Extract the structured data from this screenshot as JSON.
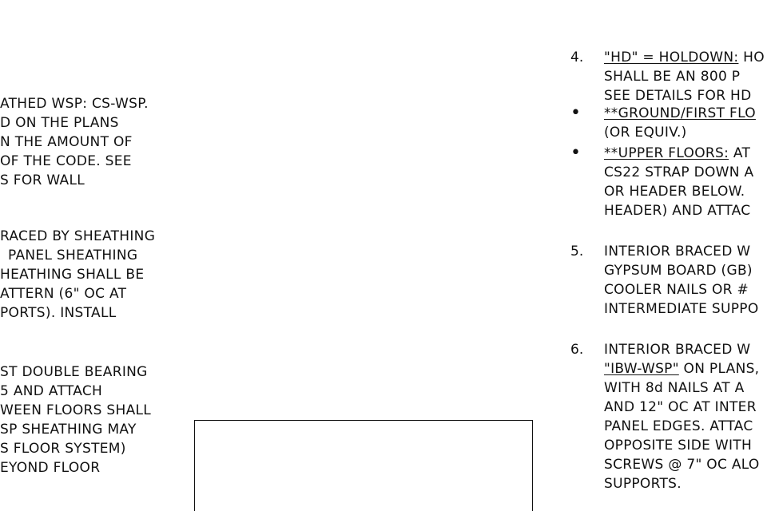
{
  "left_column": {
    "block_1": [
      "ATHED WSP: CS-WSP.",
      "D ON THE PLANS",
      "N THE AMOUNT OF",
      "OF THE CODE. SEE",
      "S FOR WALL"
    ],
    "block_2": [
      "RACED BY SHEATHING",
      "PANEL SHEATHING",
      "HEATHING SHALL BE",
      "ATTERN (6\" OC AT",
      "PORTS). INSTALL"
    ],
    "block_3": [
      "ST DOUBLE BEARING",
      "5 AND ATTACH",
      "WEEN FLOORS SHALL",
      "SP SHEATHING MAY",
      "S FLOOR SYSTEM)",
      "EYOND FLOOR"
    ]
  },
  "right_column": {
    "note_4": {
      "number": "4.",
      "heading": "\"HD\" = HOLDOWN:",
      "heading_rest": " HO",
      "lines": [
        "SHALL BE AN 800 P",
        "SEE DETAILS FOR HD"
      ],
      "bullets": [
        {
          "symbol": "•",
          "heading": "**GROUND/FIRST FLO",
          "rest": "",
          "lines": [
            "(OR EQUIV.)"
          ]
        },
        {
          "symbol": "•",
          "heading": "**UPPER FLOORS:",
          "rest": " AT",
          "lines": [
            "CS22 STRAP DOWN A",
            "OR HEADER BELOW.",
            "HEADER) AND ATTAC"
          ]
        }
      ]
    },
    "note_5": {
      "number": "5.",
      "lines": [
        "INTERIOR BRACED W",
        "GYPSUM BOARD (GB)",
        "COOLER NAILS OR #",
        "INTERMEDIATE SUPPO"
      ]
    },
    "note_6": {
      "number": "6.",
      "first_line": "INTERIOR BRACED W",
      "second_heading": "\"IBW-WSP\"",
      "second_rest": " ON PLANS,",
      "lines": [
        "WITH 8d NAILS AT A",
        "AND 12\" OC AT INTER",
        "PANEL EDGES. ATTAC",
        "OPPOSITE SIDE WITH",
        "SCREWS @ 7\" OC ALO",
        "SUPPORTS."
      ]
    }
  }
}
